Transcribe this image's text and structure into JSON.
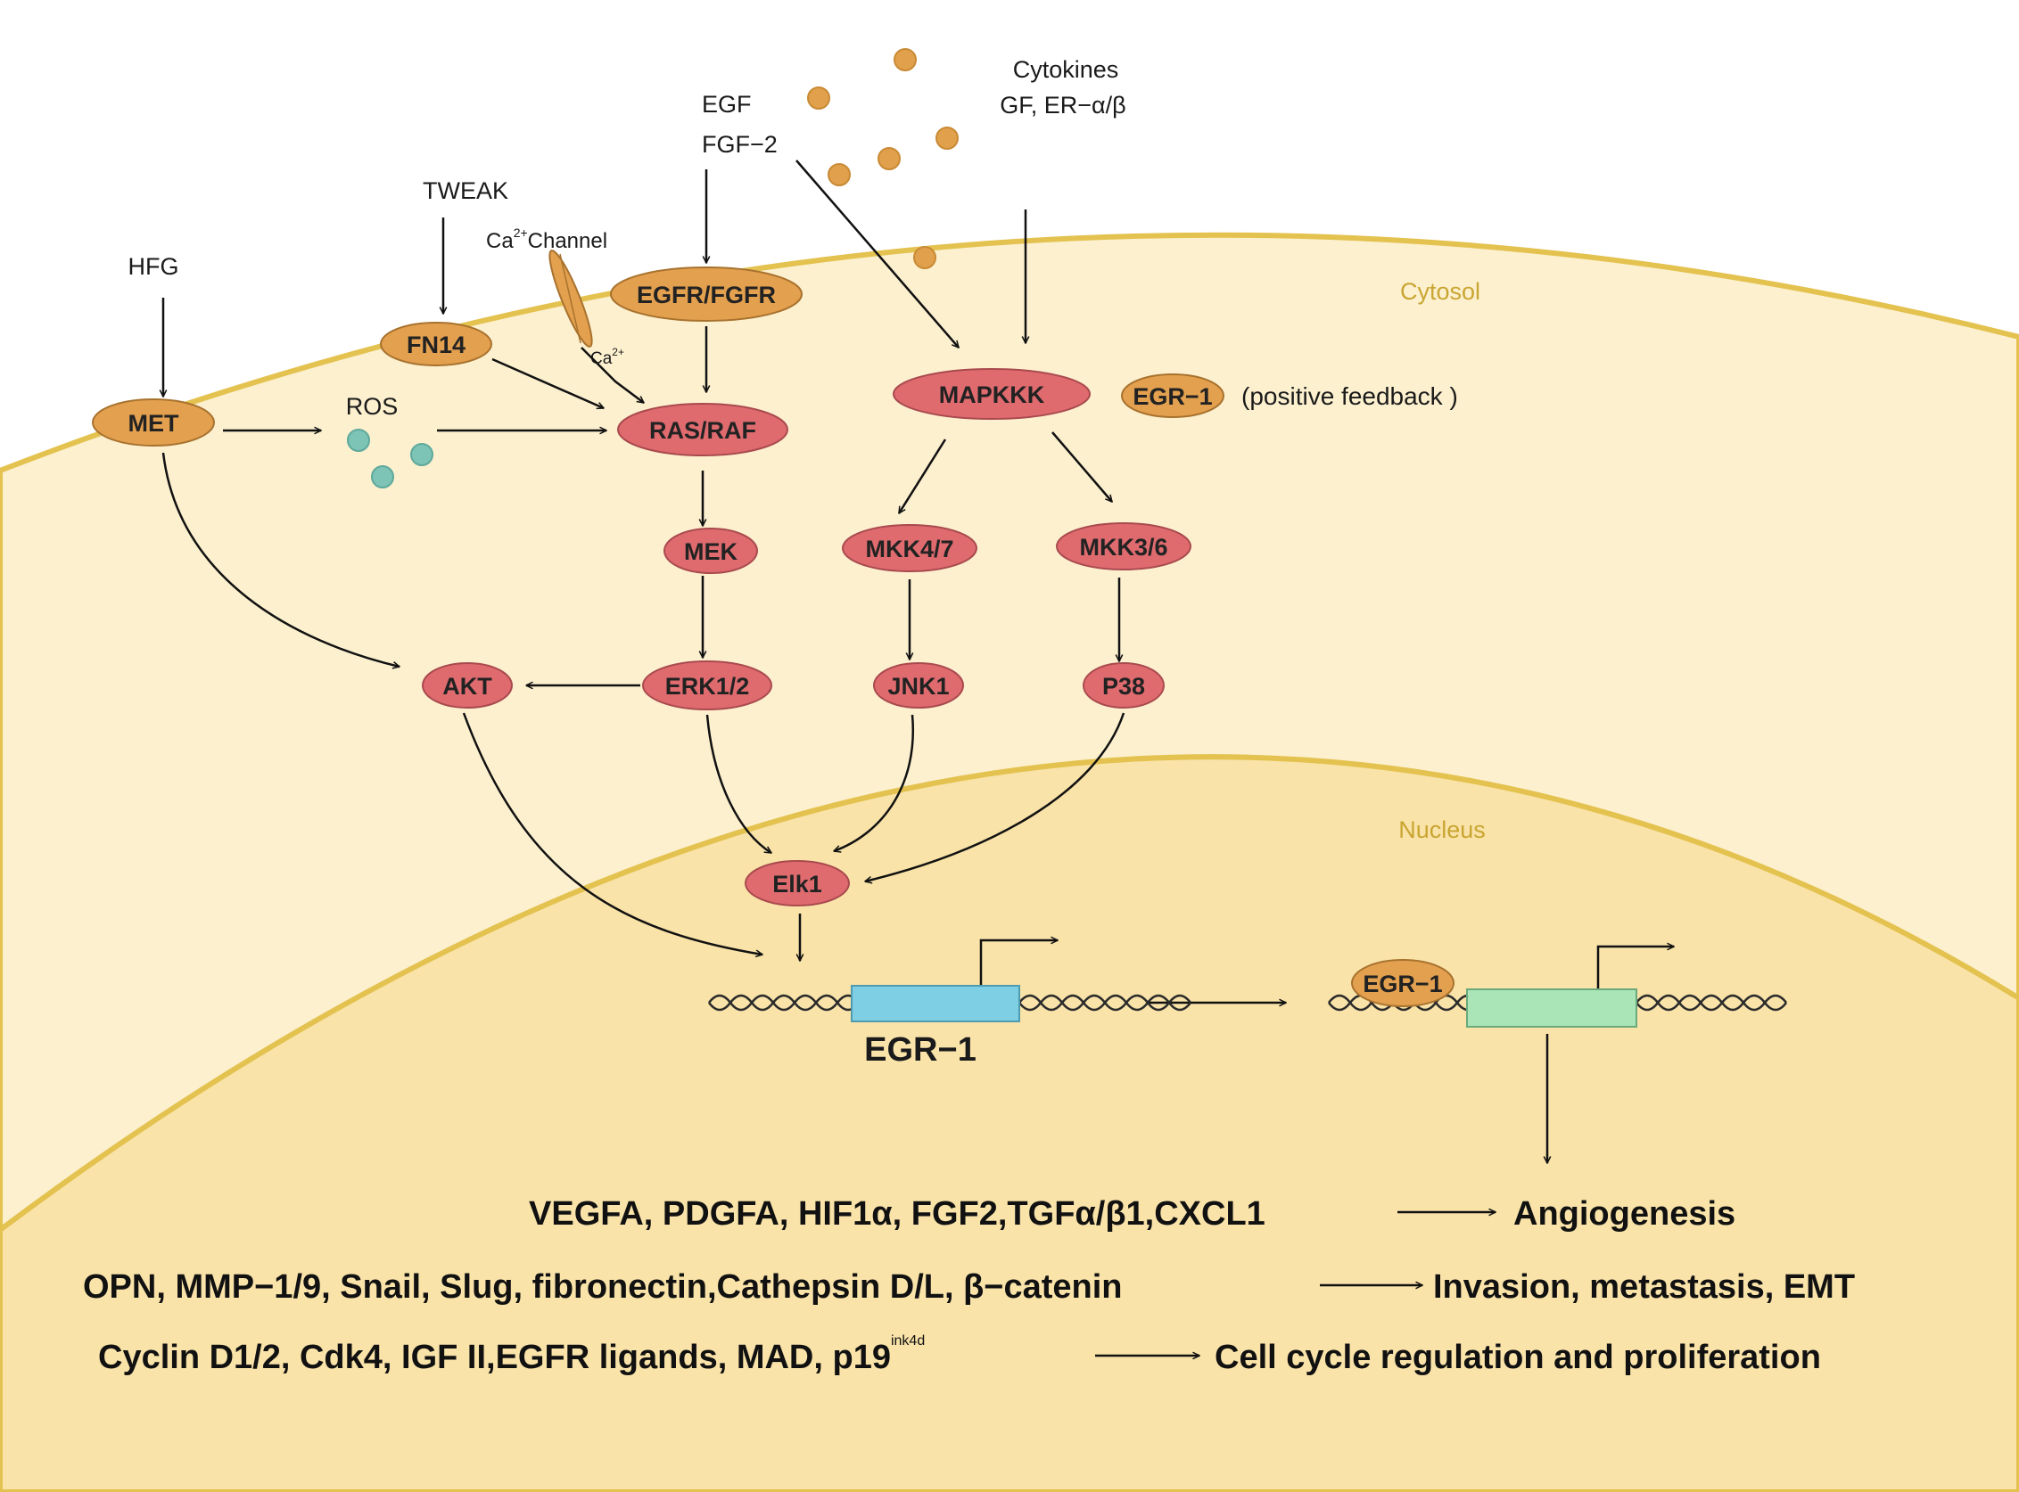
{
  "colors": {
    "cytosol_fill": "#fcf0cf",
    "nucleus_fill": "#f9e3a9",
    "membrane": "#e4c24f",
    "orange_node": "#e3a04f",
    "red_node": "#df6b6f",
    "ros": "#7ec4b6",
    "gene_blue": "#7ecfe3",
    "gene_green": "#a9e5b7",
    "cytokine_dot": "#e0a04c",
    "region_label": "#c9a531"
  },
  "regions": {
    "cytosol": "Cytosol",
    "nucleus": "Nucleus"
  },
  "ligands": {
    "hfg": "HFG",
    "tweak": "TWEAK",
    "ca_channel_base": "Ca",
    "ca_channel_sup": "2+",
    "ca_channel_rest": "Channel",
    "ca_ion_base": "Ca",
    "ca_ion_sup": "2+",
    "egf": "EGF",
    "fgf2": "FGF−2",
    "cytokines_line1": "Cytokines",
    "cytokines_line2": "GF, ER−α/β",
    "ros": "ROS"
  },
  "nodes": {
    "met": "MET",
    "fn14": "FN14",
    "egfr_fgfr": "EGFR/FGFR",
    "ras_raf": "RAS/RAF",
    "mapkkk": "MAPKKK",
    "egr1_feedback": "EGR−1",
    "mek": "MEK",
    "mkk47": "MKK4/7",
    "mkk36": "MKK3/6",
    "akt": "AKT",
    "erk12": "ERK1/2",
    "jnk1": "JNK1",
    "p38": "P38",
    "elk1": "Elk1",
    "egr1_bound": "EGR−1"
  },
  "feedback_note": "(positive feedback )",
  "gene_label": "EGR−1",
  "outcomes": [
    {
      "genes": "VEGFA, PDGFA, HIF1α, FGF2,TGFα/β1,CXCL1",
      "genes_sup": "",
      "effect": "Angiogenesis"
    },
    {
      "genes": "OPN, MMP−1/9, Snail, Slug, fibronectin,Cathepsin D/L, β−catenin",
      "genes_sup": "",
      "effect": "Invasion, metastasis, EMT"
    },
    {
      "genes": "Cyclin D1/2, Cdk4, IGF II,EGFR ligands, MAD, p19",
      "genes_sup": "ink4d",
      "effect": "Cell cycle regulation and proliferation"
    }
  ]
}
